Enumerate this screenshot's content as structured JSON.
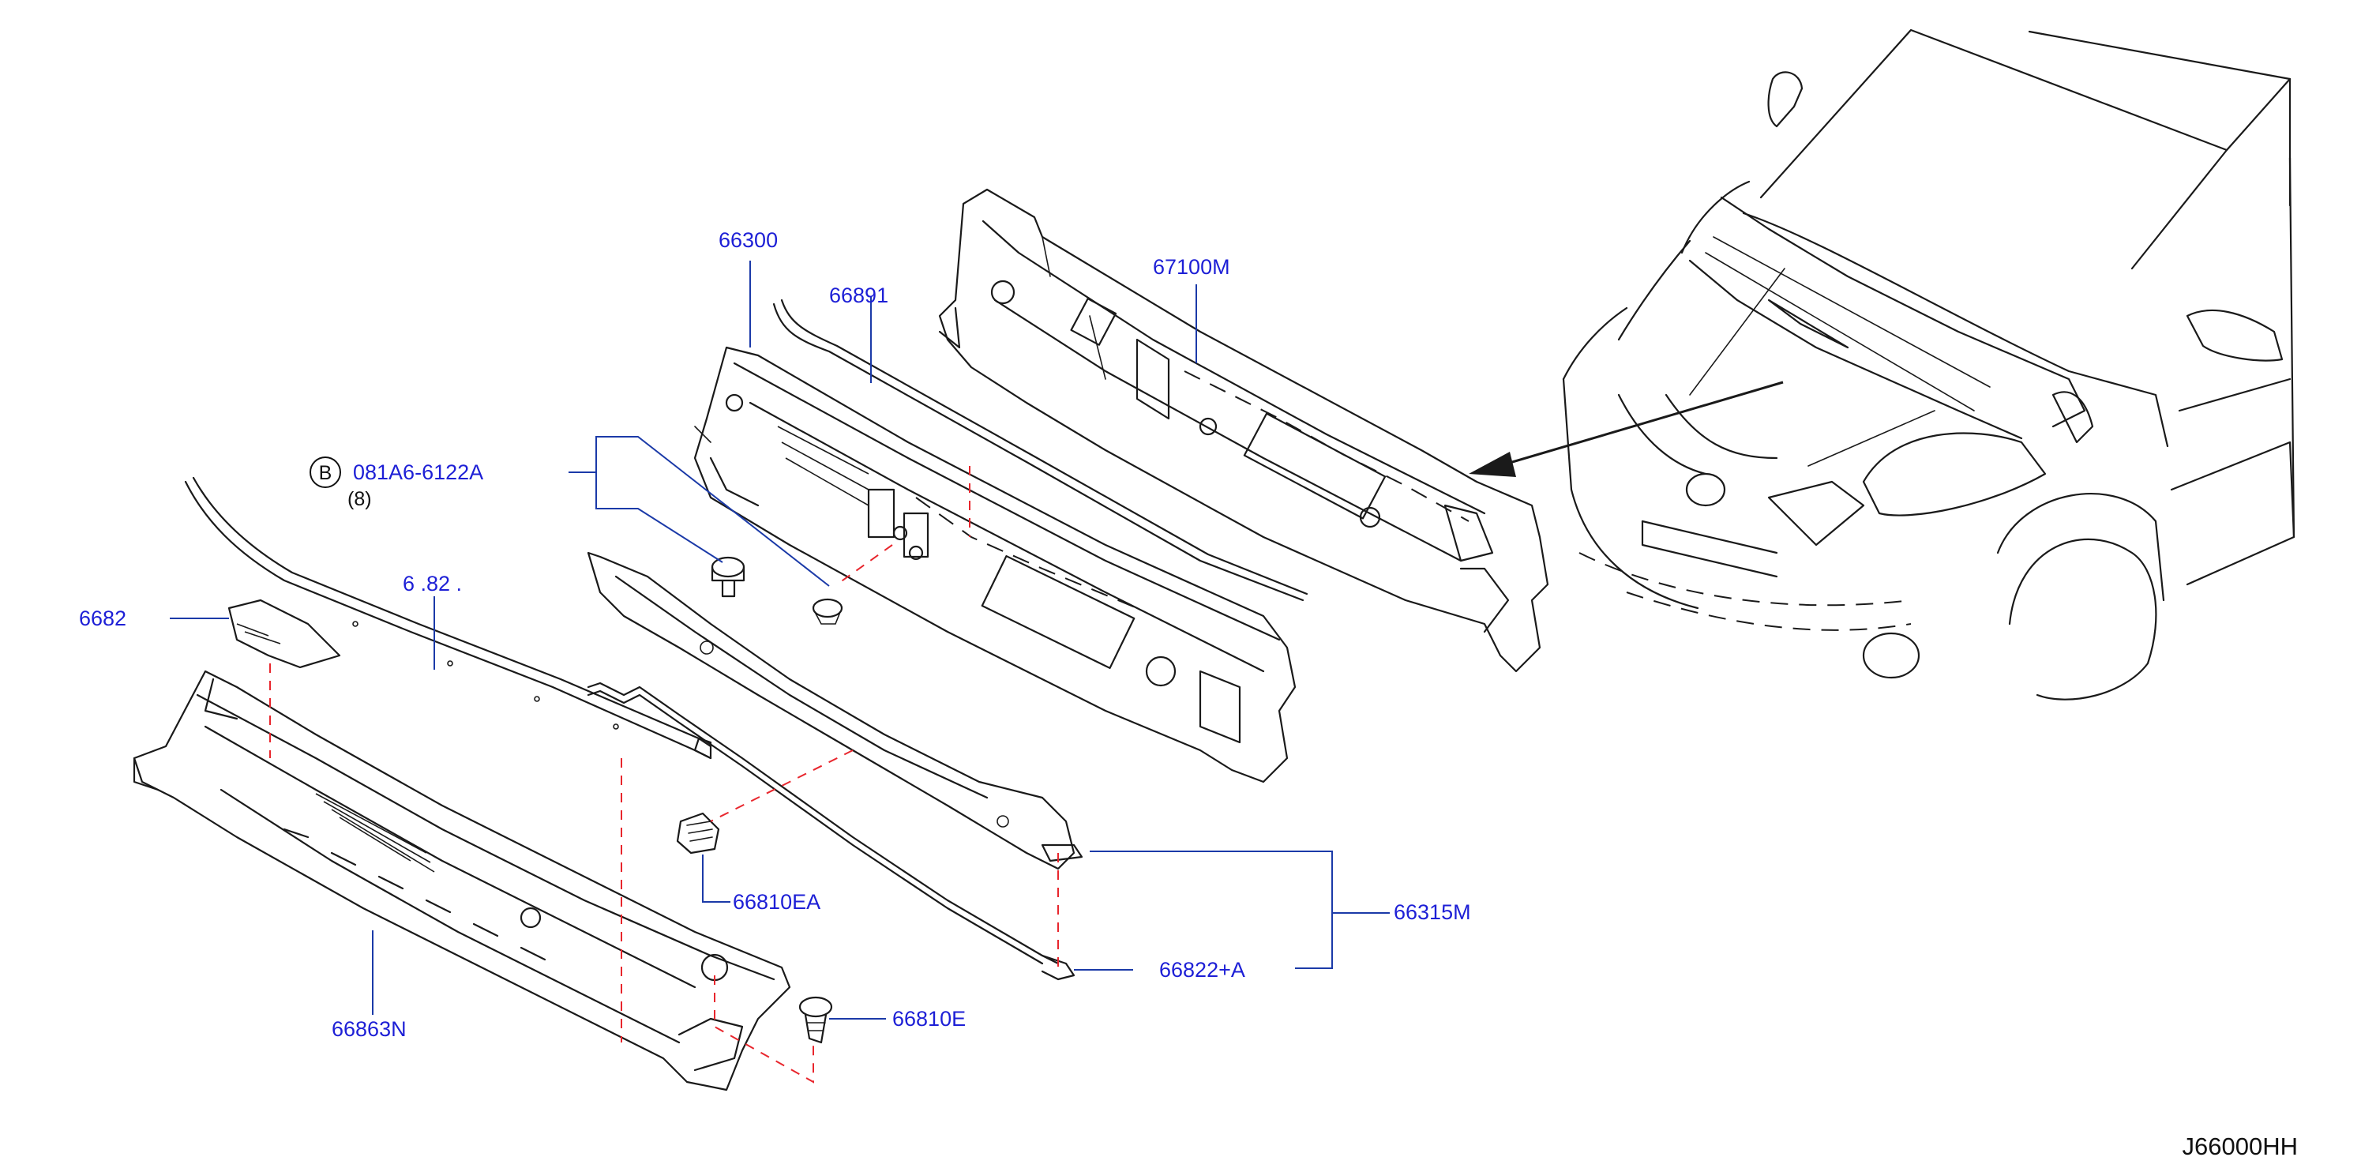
{
  "labels": {
    "p66300": "66300",
    "p66891": "66891",
    "p67100M": "67100M",
    "bolt_code": "081A6-6122A",
    "bolt_qty": "(8)",
    "p66826_partial": "6 .82 .",
    "p6682_left": "6682",
    "p66810EA": "66810EA",
    "p66315M": "66315M",
    "p66822A": "66822+A",
    "p66863N": "66863N",
    "p66810E": "66810E"
  },
  "markers": {
    "bolt_circle_letter": "B"
  },
  "drawing_code": "J66000HH",
  "colors": {
    "label_text": "#1d1fd6",
    "leader_line": "#1b3aa8",
    "alignment_line": "#e8262d",
    "part_outline": "#1a1a1a"
  }
}
